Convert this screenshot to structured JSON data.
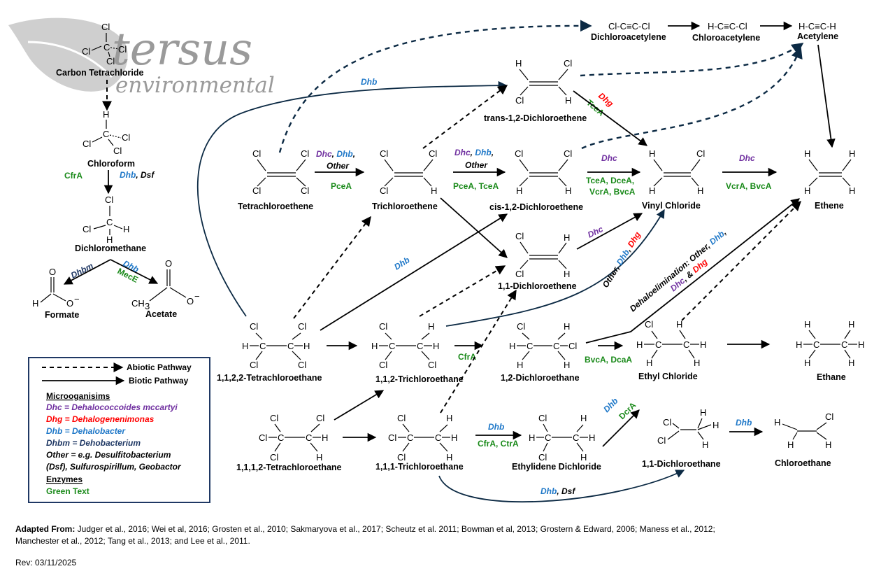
{
  "logo": {
    "word1": "tersus",
    "word2": "environmental"
  },
  "colors": {
    "dhc": "#7030a0",
    "dhg": "#ff0000",
    "dhb": "#1f78c8",
    "dhbm": "#1f3864",
    "enzyme": "#1a8a1a",
    "navy": "#0c2a44"
  },
  "compounds": {
    "carbon_tetrachloride": "Carbon Tetrachloride",
    "chloroform": "Chloroform",
    "dichloromethane": "Dichloromethane",
    "formate": "Formate",
    "acetate": "Acetate",
    "tetrachloroethene": "Tetrachloroethene",
    "trichloroethene": "Trichloroethene",
    "cis_dce": "cis-1,2-Dichloroethene",
    "trans_dce": "trans-1,2-Dichloroethene",
    "dce_11": "1,1-Dichloroethene",
    "vinyl_chloride": "Vinyl Chloride",
    "ethene": "Ethene",
    "dichloroacetylene": "Dichloroacetylene",
    "chloroacetylene": "Chloroacetylene",
    "acetylene": "Acetylene",
    "dichloroacetylene_formula": "Cl-C≡C-Cl",
    "chloroacetylene_formula": "H-C≡C-Cl",
    "acetylene_formula": "H-C≡C-H",
    "pca_1122": "1,1,2,2-Tetrachloroethane",
    "tca_112": "1,1,2-Trichloroethane",
    "dca_12": "1,2-Dichloroethane",
    "ethyl_chloride": "Ethyl Chloride",
    "ethane": "Ethane",
    "pca_1112": "1,1,1,2-Tetrachloroethane",
    "tca_111": "1,1,1-Trichloroethane",
    "ethylidene_dichloride": "Ethylidene Dichloride",
    "dca_11": "1,1-Dichloroethane",
    "chloroethane": "Chloroethane"
  },
  "labels": {
    "dhc": "Dhc",
    "dhb": "Dhb",
    "dhg": "Dhg",
    "dsf": "Dsf",
    "dhbm": "Dhbm",
    "other": "Other",
    "comma": ",",
    "comma_amp": ", &",
    "cfrA": "CfrA",
    "mecE": "MecE",
    "pceA": "PceA",
    "pceA_tceA": "PceA, TceA",
    "tceA": "TceA",
    "tceA_dceA": "TceA, DceA,",
    "vcrA_bvcA": "VcrA, BvcA",
    "bvcA_dcaA": "BvcA, DcaA",
    "cfrA_ctrA": "CfrA, CtrA",
    "dcrA": "DcrA",
    "dehalo_prefix": "Dehaloelimination: "
  },
  "legend": {
    "abiotic": "Abiotic Pathway",
    "biotic": "Biotic Pathway",
    "micro_header": "Microoganisims",
    "dhc": "Dhc = Dehalococcoides mccartyi",
    "dhg": "Dhg = Dehalogenenimonas",
    "dhb": "Dhb = Dehalobacter",
    "dhbm": "Dhbm = Dehobacterium",
    "other1": "Other  = e.g. Desulfitobacterium",
    "other2": "(Dsf), Sulfurospirillum, Geobactor",
    "enz_header": "Enzymes",
    "enz_desc": "Green Text"
  },
  "references": {
    "prefix": "Adapted From:",
    "line1": " Judger et al., 2016; Wei et al, 2016; Grosten et al., 2010; Sakmaryova et al., 2017; Scheutz et al. 2011; Bowman et al, 2013; Grostern & Edward, 2006; Maness et al., 2012;",
    "line2": "Manchester et al., 2012; Tang et al., 2013; and Lee et al., 2011.",
    "rev": "Rev: 03/11/2025"
  }
}
